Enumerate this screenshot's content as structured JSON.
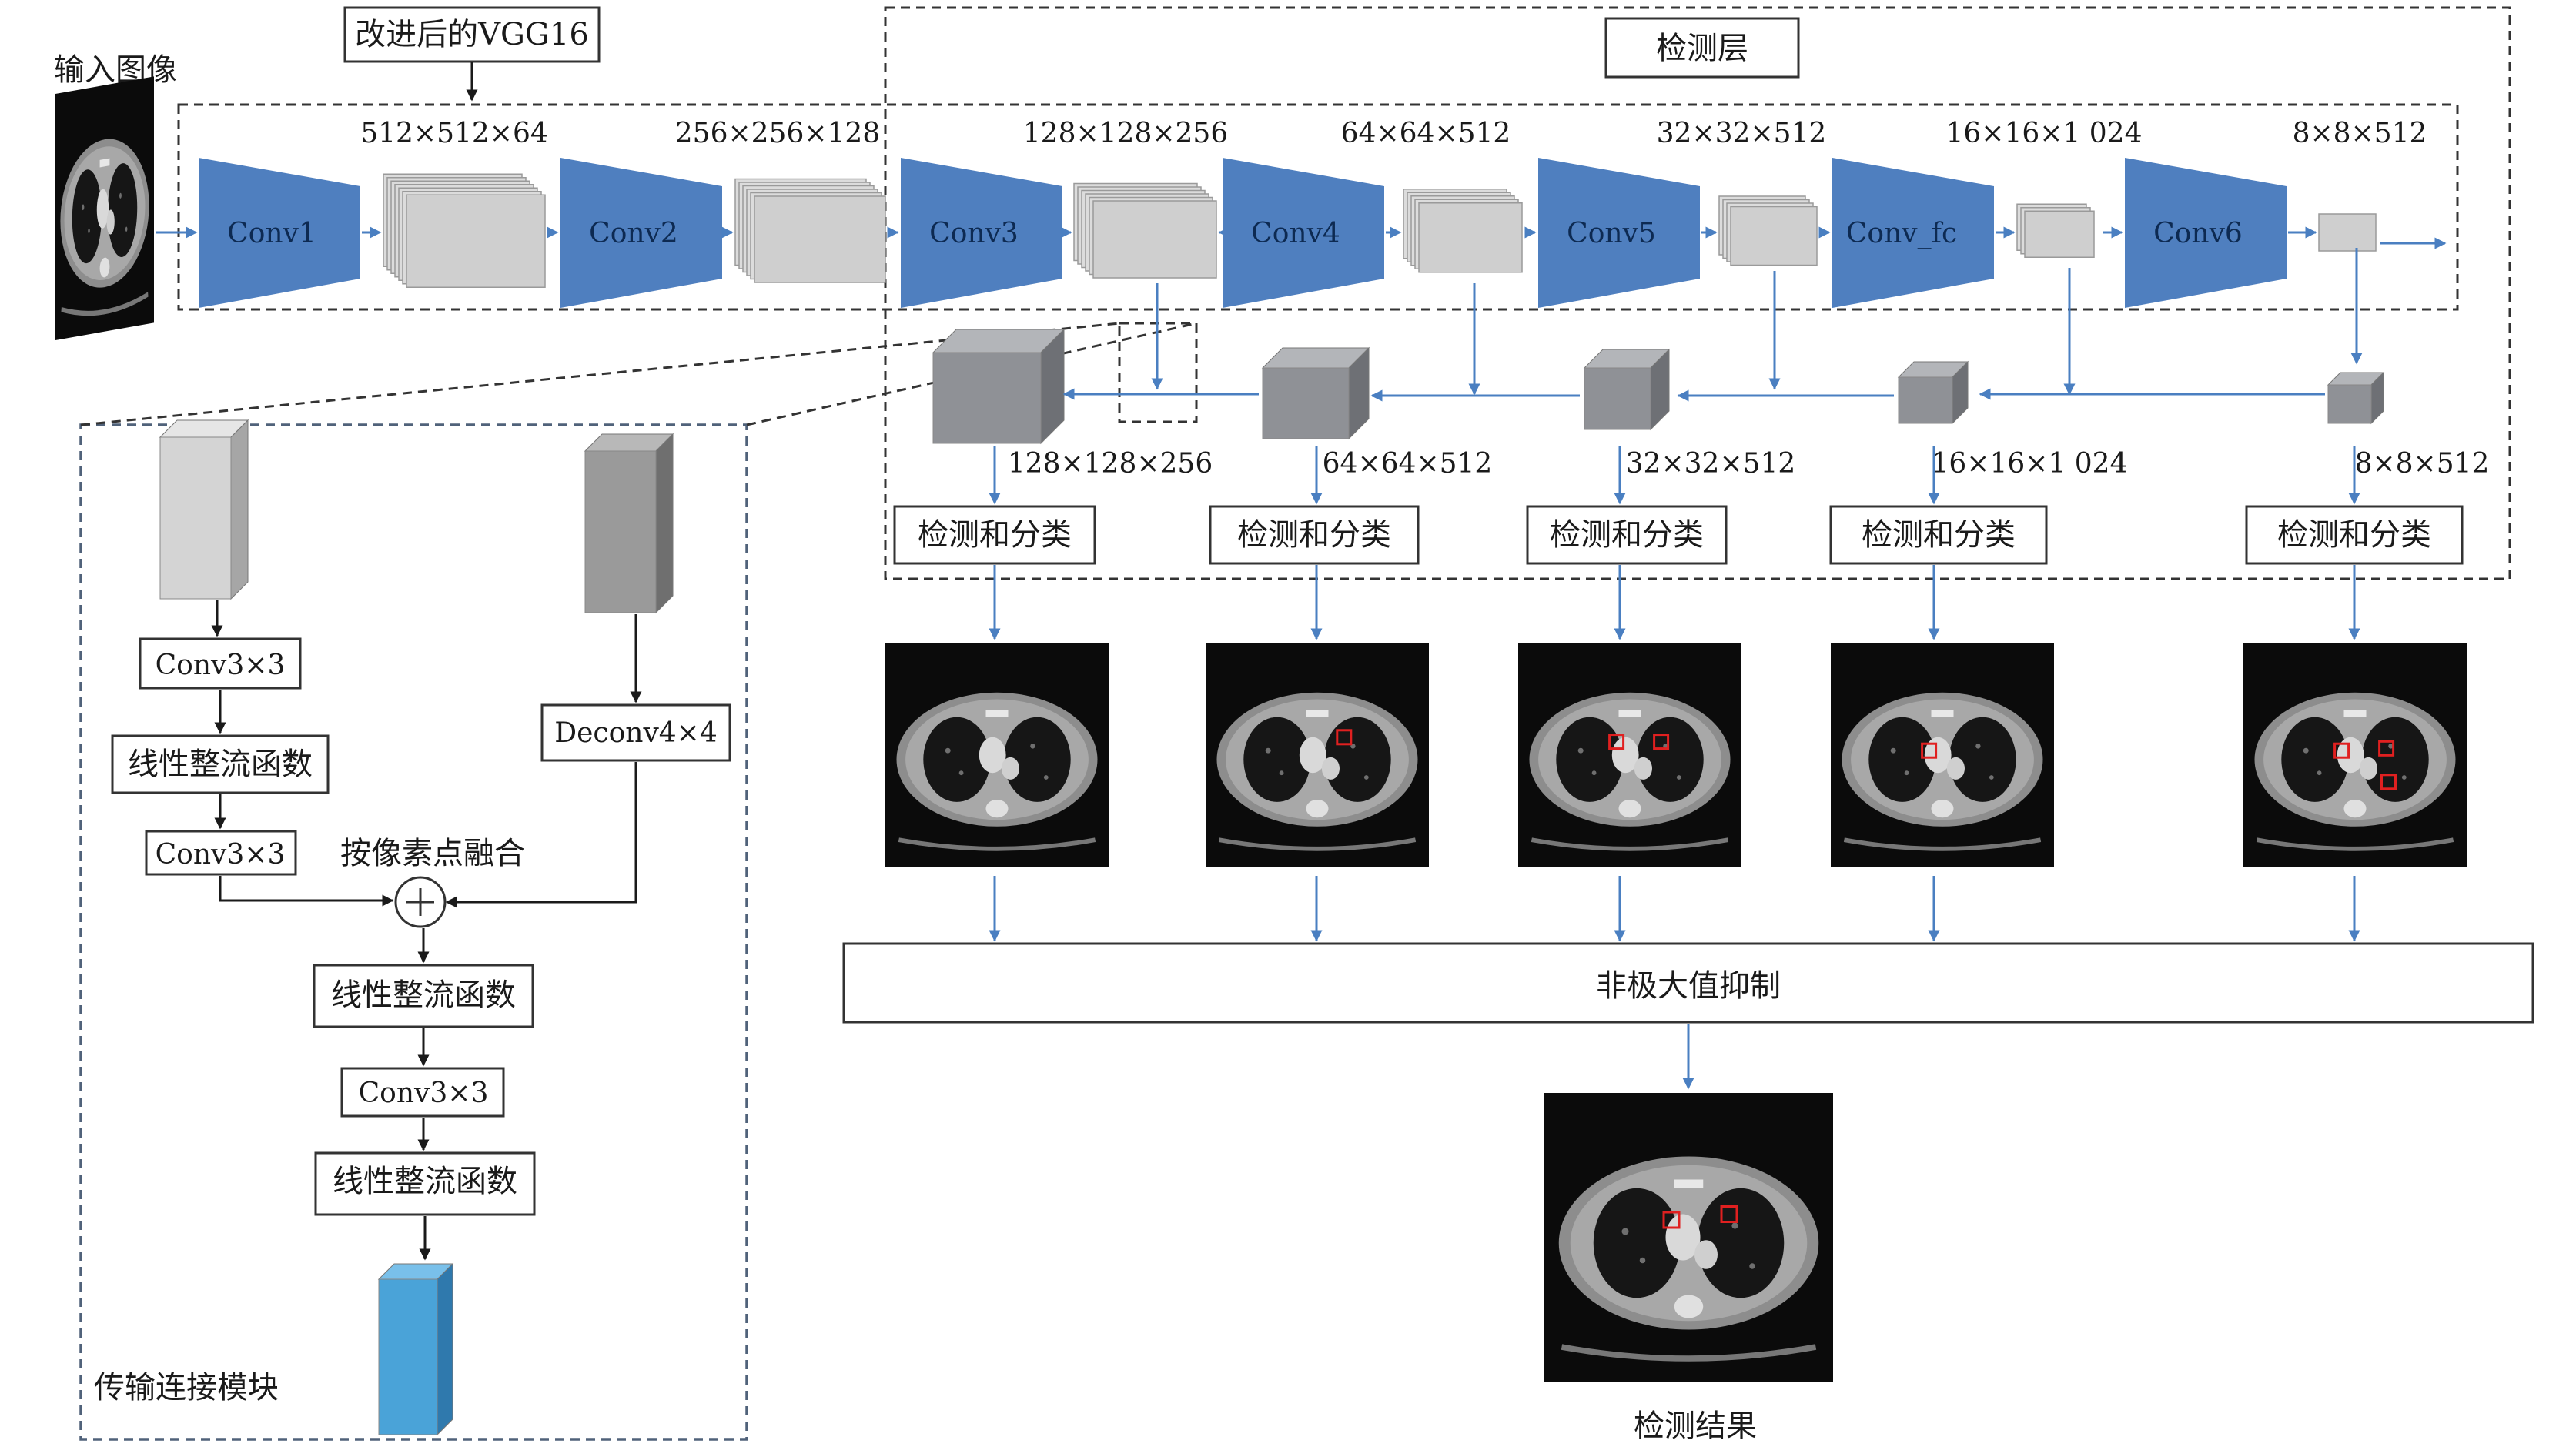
{
  "input_label": "输入图像",
  "vgg_label": "改进后的VGG16",
  "detection_layer_label": "检测层",
  "conv_blocks": [
    {
      "label": "Conv1",
      "out_dim": "512×512×64"
    },
    {
      "label": "Conv2",
      "out_dim": "256×256×128"
    },
    {
      "label": "Conv3",
      "out_dim": "128×128×256"
    },
    {
      "label": "Conv4",
      "out_dim": "64×64×512"
    },
    {
      "label": "Conv5",
      "out_dim": "32×32×512"
    },
    {
      "label": "Conv_fc",
      "out_dim": "16×16×1 024"
    },
    {
      "label": "Conv6",
      "out_dim": "8×8×512"
    }
  ],
  "fused_dims": [
    "128×128×256",
    "64×64×512",
    "32×32×512",
    "16×16×1 024",
    "8×8×512"
  ],
  "detect_classify_label": "检测和分类",
  "nms_label": "非极大值抑制",
  "result_label": "检测结果",
  "transfer_module": {
    "title": "传输连接模块",
    "conv_a": "Conv3×3",
    "relu_a": "线性整流函数",
    "conv_b": "Conv3×3",
    "deconv": "Deconv4×4",
    "fusion_label": "按像素点融合",
    "relu_b": "线性整流函数",
    "conv_c": "Conv3×3",
    "relu_c": "线性整流函数"
  },
  "colors": {
    "conv_block": "#4f7fbf",
    "arrow": "#4a7fc1",
    "feature_light": "#cfcfcf",
    "feature_dark": "#8f9196",
    "output_block": "#4aa3d8"
  }
}
